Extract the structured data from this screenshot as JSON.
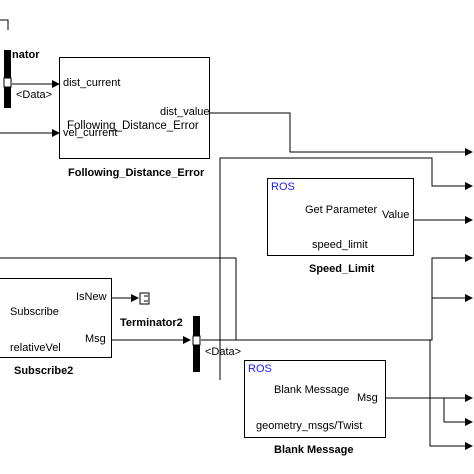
{
  "diagram": {
    "partial_block_label": "nator",
    "bus_label_1": "<Data>",
    "bus_label_2": "<Data>",
    "following_distance_error": {
      "input_1": "dist_current",
      "input_2": "vel_current",
      "output": "dist_value",
      "body": "Following_Distance_Error",
      "caption": "Following_Distance_Error",
      "icon": "matlab-function-icon"
    },
    "speed_limit": {
      "header": "ROS",
      "body": "Get Parameter",
      "output": "Value",
      "param": "speed_limit",
      "caption": "Speed_Limit"
    },
    "subscribe2": {
      "body": "Subscribe",
      "output_1": "IsNew",
      "output_2": "Msg",
      "topic": "relativeVel",
      "caption": "Subscribe2"
    },
    "terminator2": {
      "caption": "Terminator2",
      "icon": "terminator-icon"
    },
    "blank_message": {
      "header": "ROS",
      "body": "Blank Message",
      "output": "Msg",
      "type": "geometry_msgs/Twist",
      "caption": "Blank Message",
      "icon": "lock-icon"
    },
    "colors": {
      "line": "#000000",
      "ros_text": "#1a1aff",
      "matlab_icon": "#e8781e"
    }
  }
}
